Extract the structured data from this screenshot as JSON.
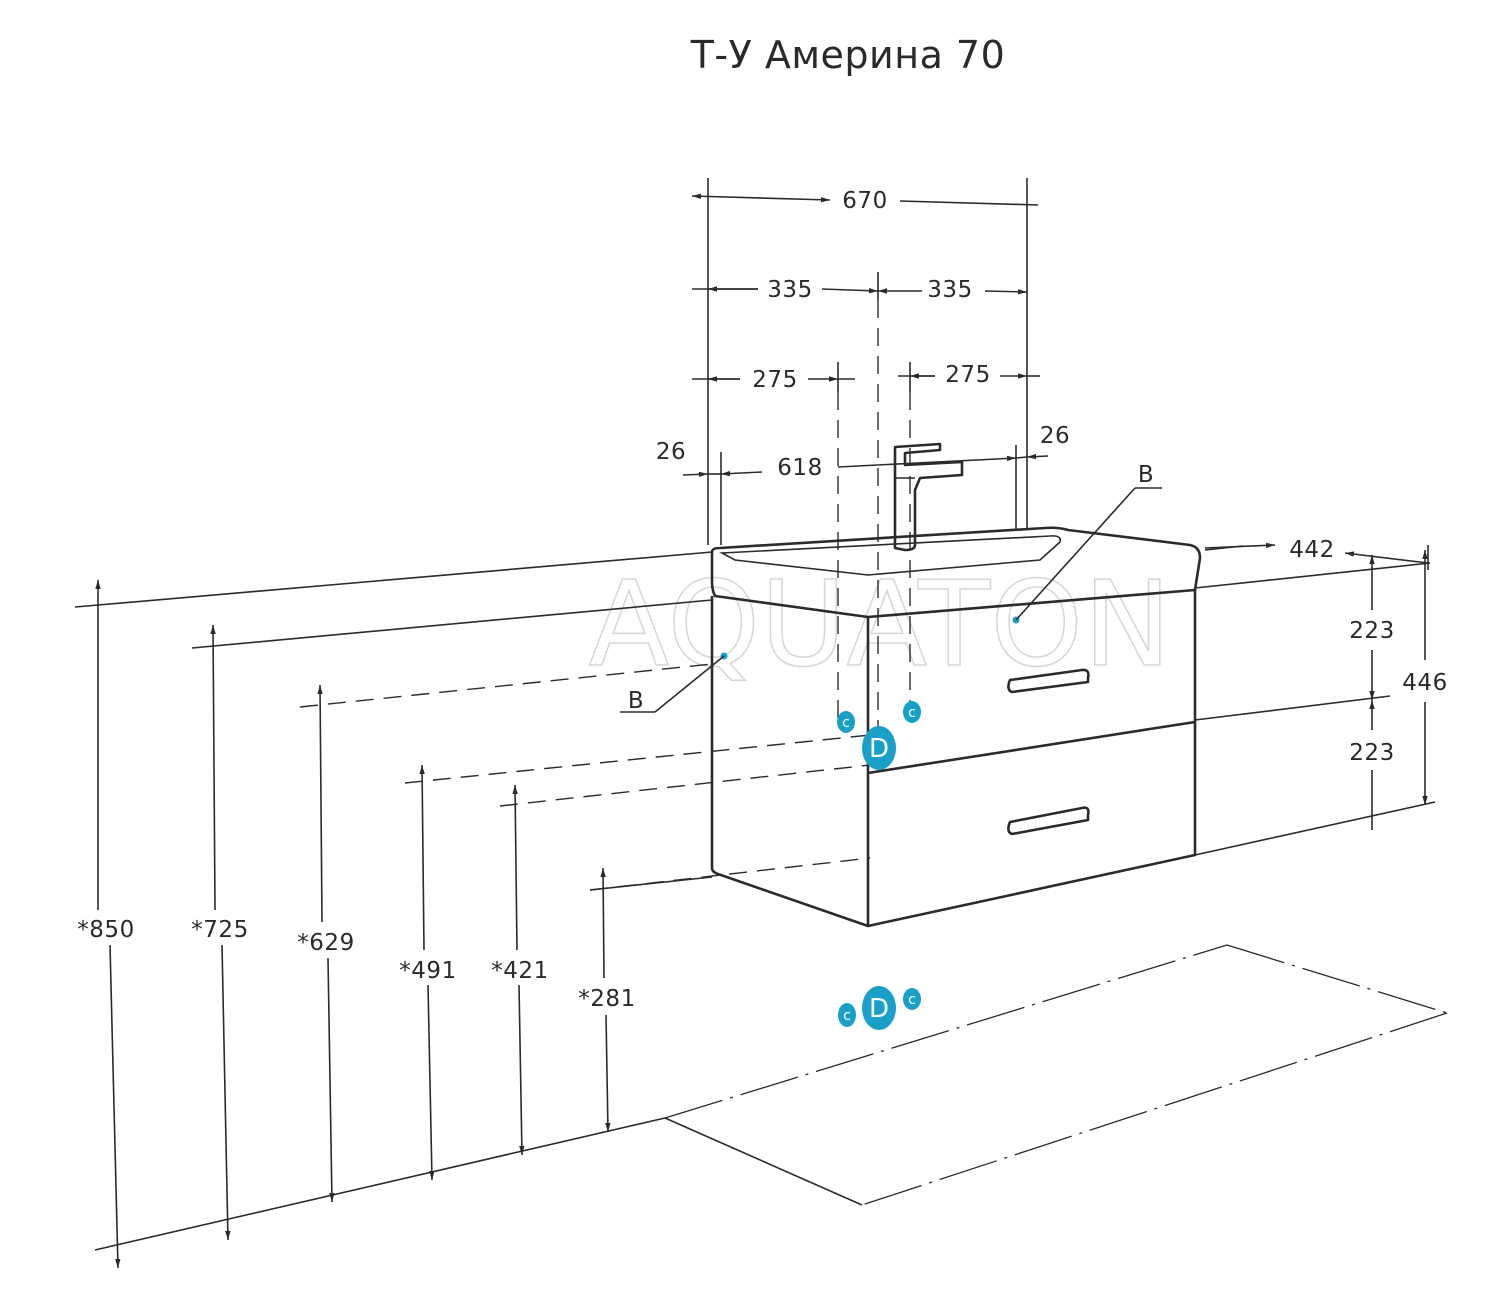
{
  "title": "Т-У Америна 70",
  "watermark": "AQUATON",
  "colors": {
    "accent": "#1aa0c8",
    "line": "#2b2b2b"
  },
  "dimensions": {
    "width_total": "670",
    "half_left": "335",
    "half_right": "335",
    "offset_left": "275",
    "offset_right": "275",
    "inner_width": "618",
    "margin_left": "26",
    "margin_right": "26",
    "depth": "442",
    "height_total": "446",
    "height_upper": "223",
    "height_lower": "223"
  },
  "heights_from_floor": [
    "*850",
    "*725",
    "*629",
    "*491",
    "*421",
    "*281"
  ],
  "markers": {
    "b_left": "B",
    "b_right": "B",
    "c": "c",
    "d": "D"
  }
}
